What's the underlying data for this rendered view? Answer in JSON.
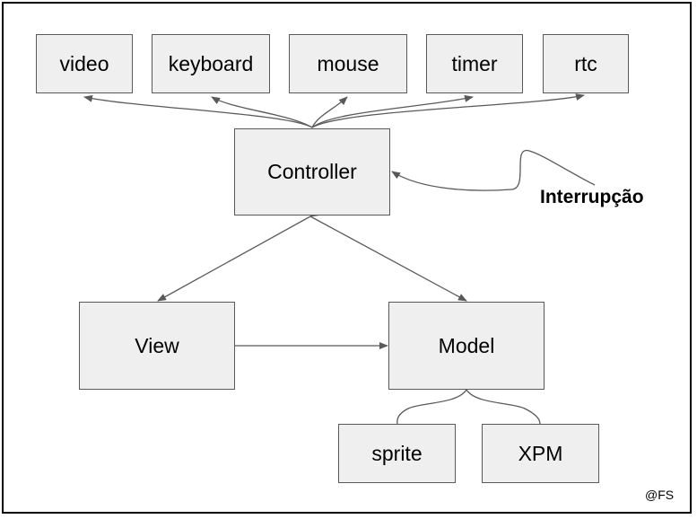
{
  "nodes": {
    "video": "video",
    "keyboard": "keyboard",
    "mouse": "mouse",
    "timer": "timer",
    "rtc": "rtc",
    "controller": "Controller",
    "view": "View",
    "model": "Model",
    "sprite": "sprite",
    "xpm": "XPM"
  },
  "interrupt_label": "Interrupção",
  "credit": "@FS",
  "colors": {
    "box_fill": "#efefef",
    "box_border": "#595959",
    "edge": "#595959"
  }
}
